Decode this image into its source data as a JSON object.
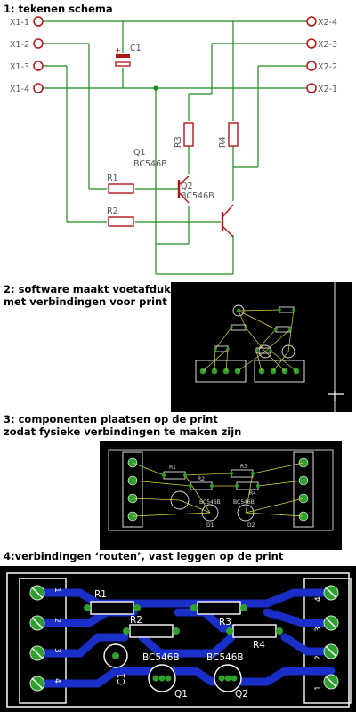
{
  "steps": {
    "s1": "1: tekenen schema",
    "s2a": "2: software maakt voetafduk",
    "s2b": "met verbindingen voor print",
    "s3a": "3: componenten plaatsen op de print",
    "s3b": "zodat fysieke verbindingen te maken zijn",
    "s4": "4:verbindingen  ‘routen’, vast leggen op de print"
  },
  "schematic": {
    "left_terminals": [
      "X1-1",
      "X1-2",
      "X1-3",
      "X1-4"
    ],
    "right_terminals": [
      "X2-4",
      "X2-3",
      "X2-2",
      "X2-1"
    ],
    "capacitor": "C1",
    "q1": "Q1",
    "q1_type": "BC546B",
    "q2_label": "Q2",
    "q2_type": "BC546B",
    "r1": "R1",
    "r2": "R2",
    "r3": "R3",
    "r4": "R4",
    "colors": {
      "wire": "#1b8a1b",
      "part": "#b01515",
      "pin": "#b01515"
    }
  },
  "layout3": {
    "r1": "R1",
    "r2": "R2",
    "r3": "R3",
    "r4": "R4",
    "q1": "BC546B",
    "q2": "BC546B",
    "d1": "D1",
    "d2": "D2"
  },
  "pcb": {
    "r1": "R1",
    "r2": "R2",
    "r3": "R3",
    "r4": "R4",
    "c1": "C1",
    "q1_type": "BC546B",
    "q2_type": "BC546B",
    "q1": "Q1",
    "q2": "Q2",
    "left_pins": [
      "1",
      "2",
      "3",
      "4"
    ],
    "right_pins": [
      "4",
      "3",
      "2",
      "1"
    ],
    "colors": {
      "trace": "#1a2fc8",
      "board": "#000000",
      "outline": "#ffffff"
    }
  }
}
